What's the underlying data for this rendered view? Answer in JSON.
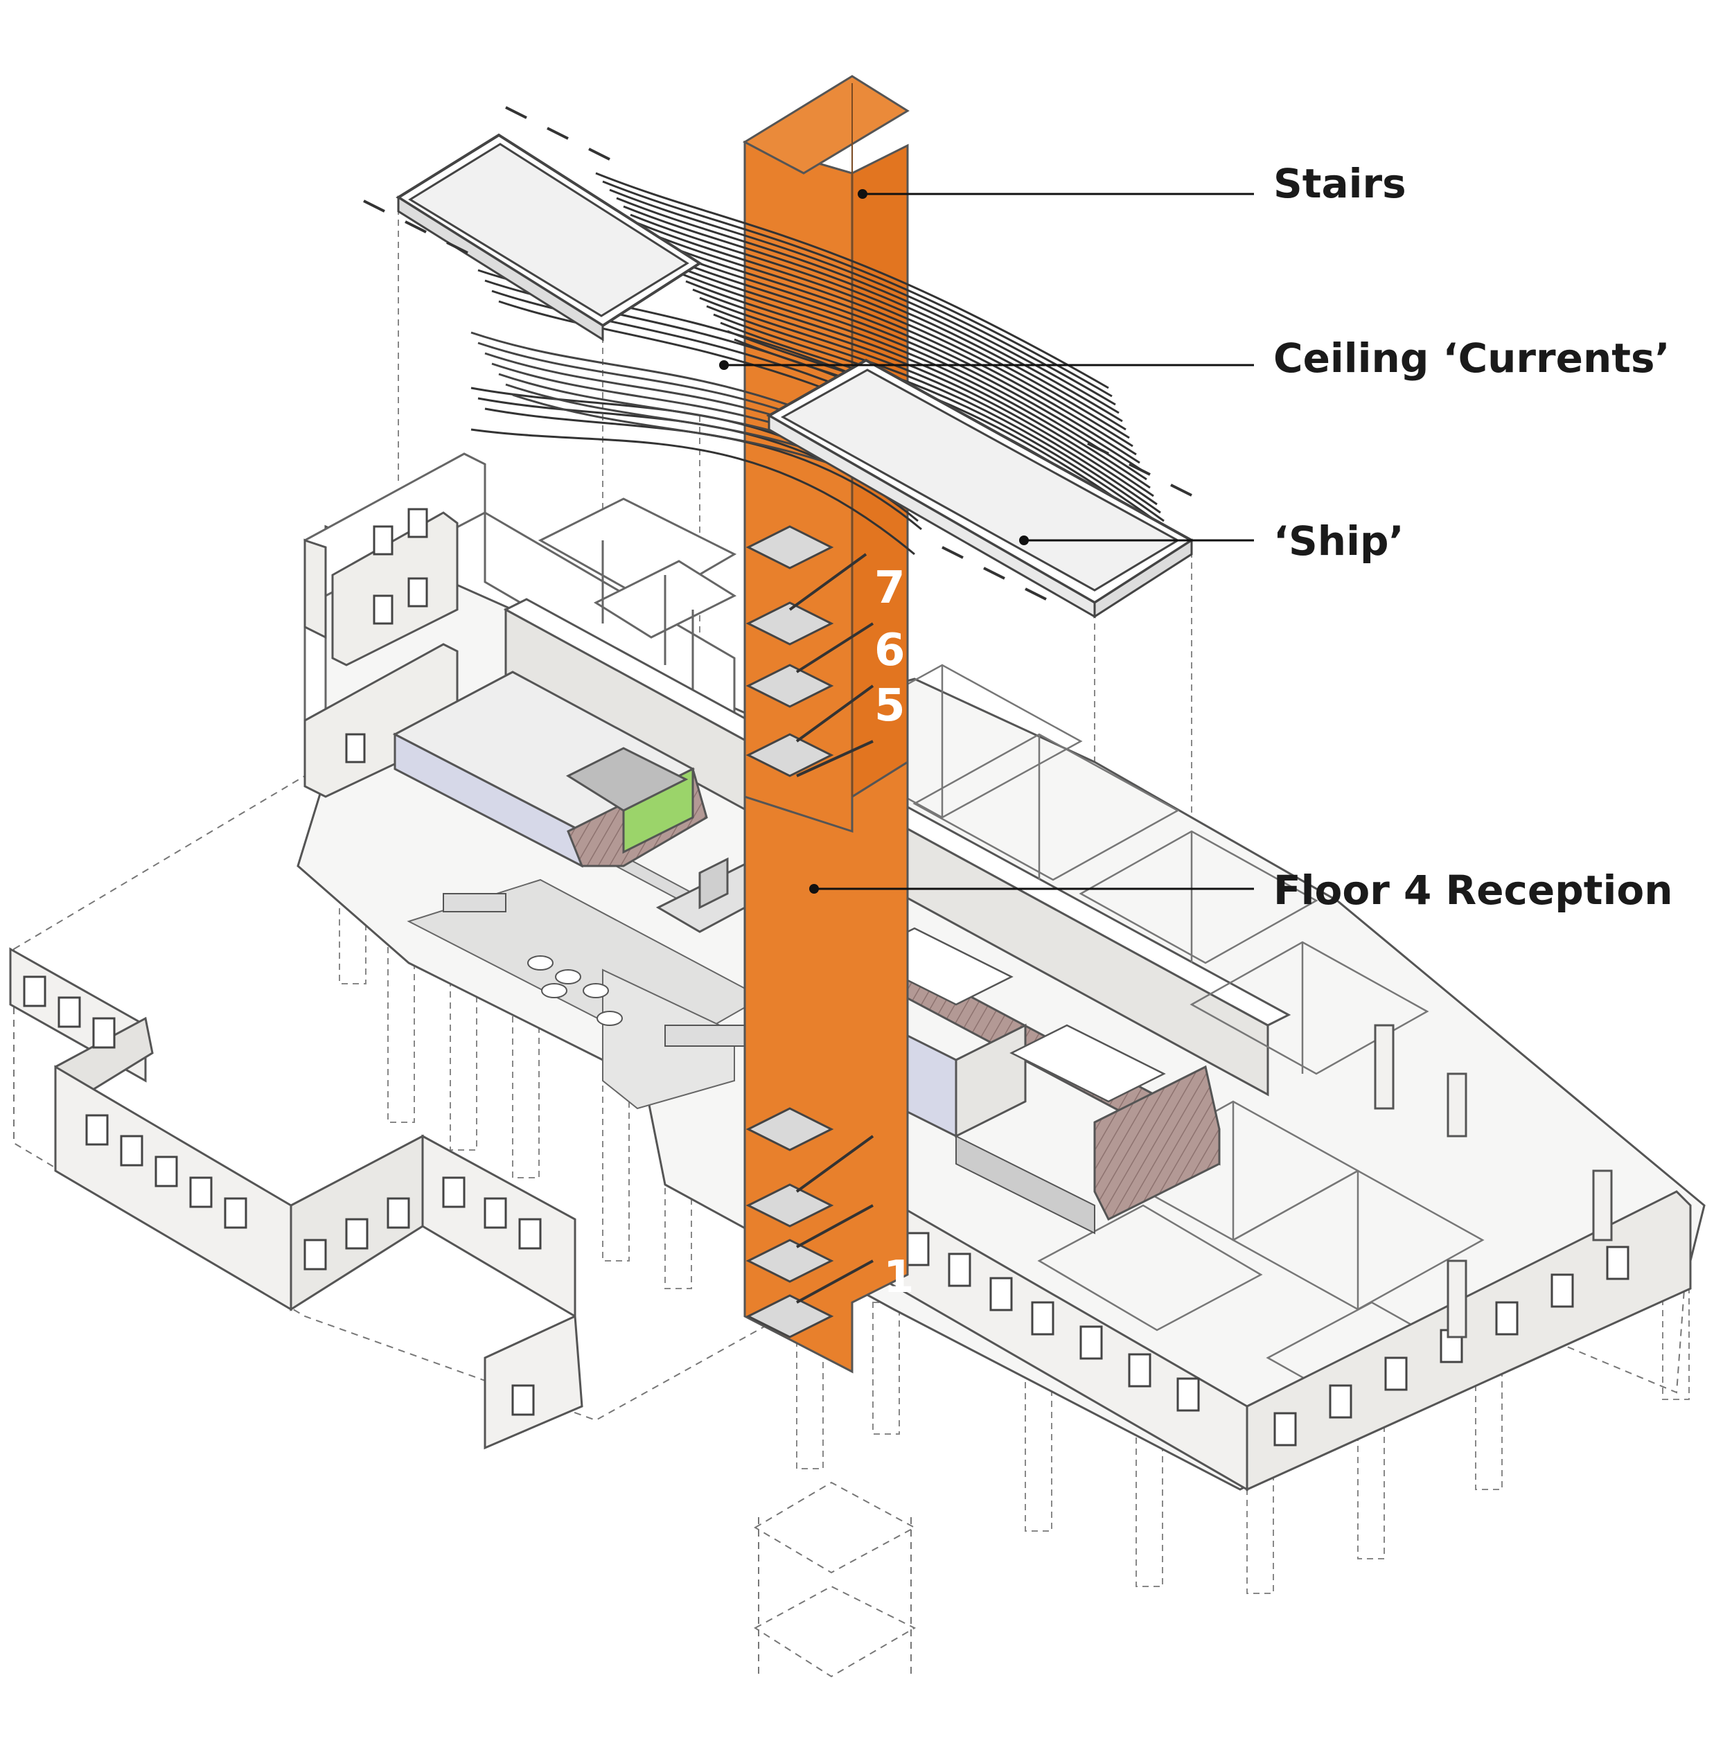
{
  "colors": {
    "stair_core": "#e8802c",
    "line": "#555555",
    "wall_fill": "#f2f1ef",
    "floor_fill": "#ececec",
    "accent_green": "#9bd46a",
    "accent_timber": "#a98f8c",
    "glass": "#d6d8e8"
  },
  "callouts": {
    "stairs": "Stairs",
    "ceiling_currents": "Ceiling ‘Currents’",
    "ship": "‘Ship’",
    "floor4_reception": "Floor 4 Reception"
  },
  "stair_core": {
    "floor_numbers": [
      "7",
      "6",
      "5",
      "1"
    ]
  }
}
